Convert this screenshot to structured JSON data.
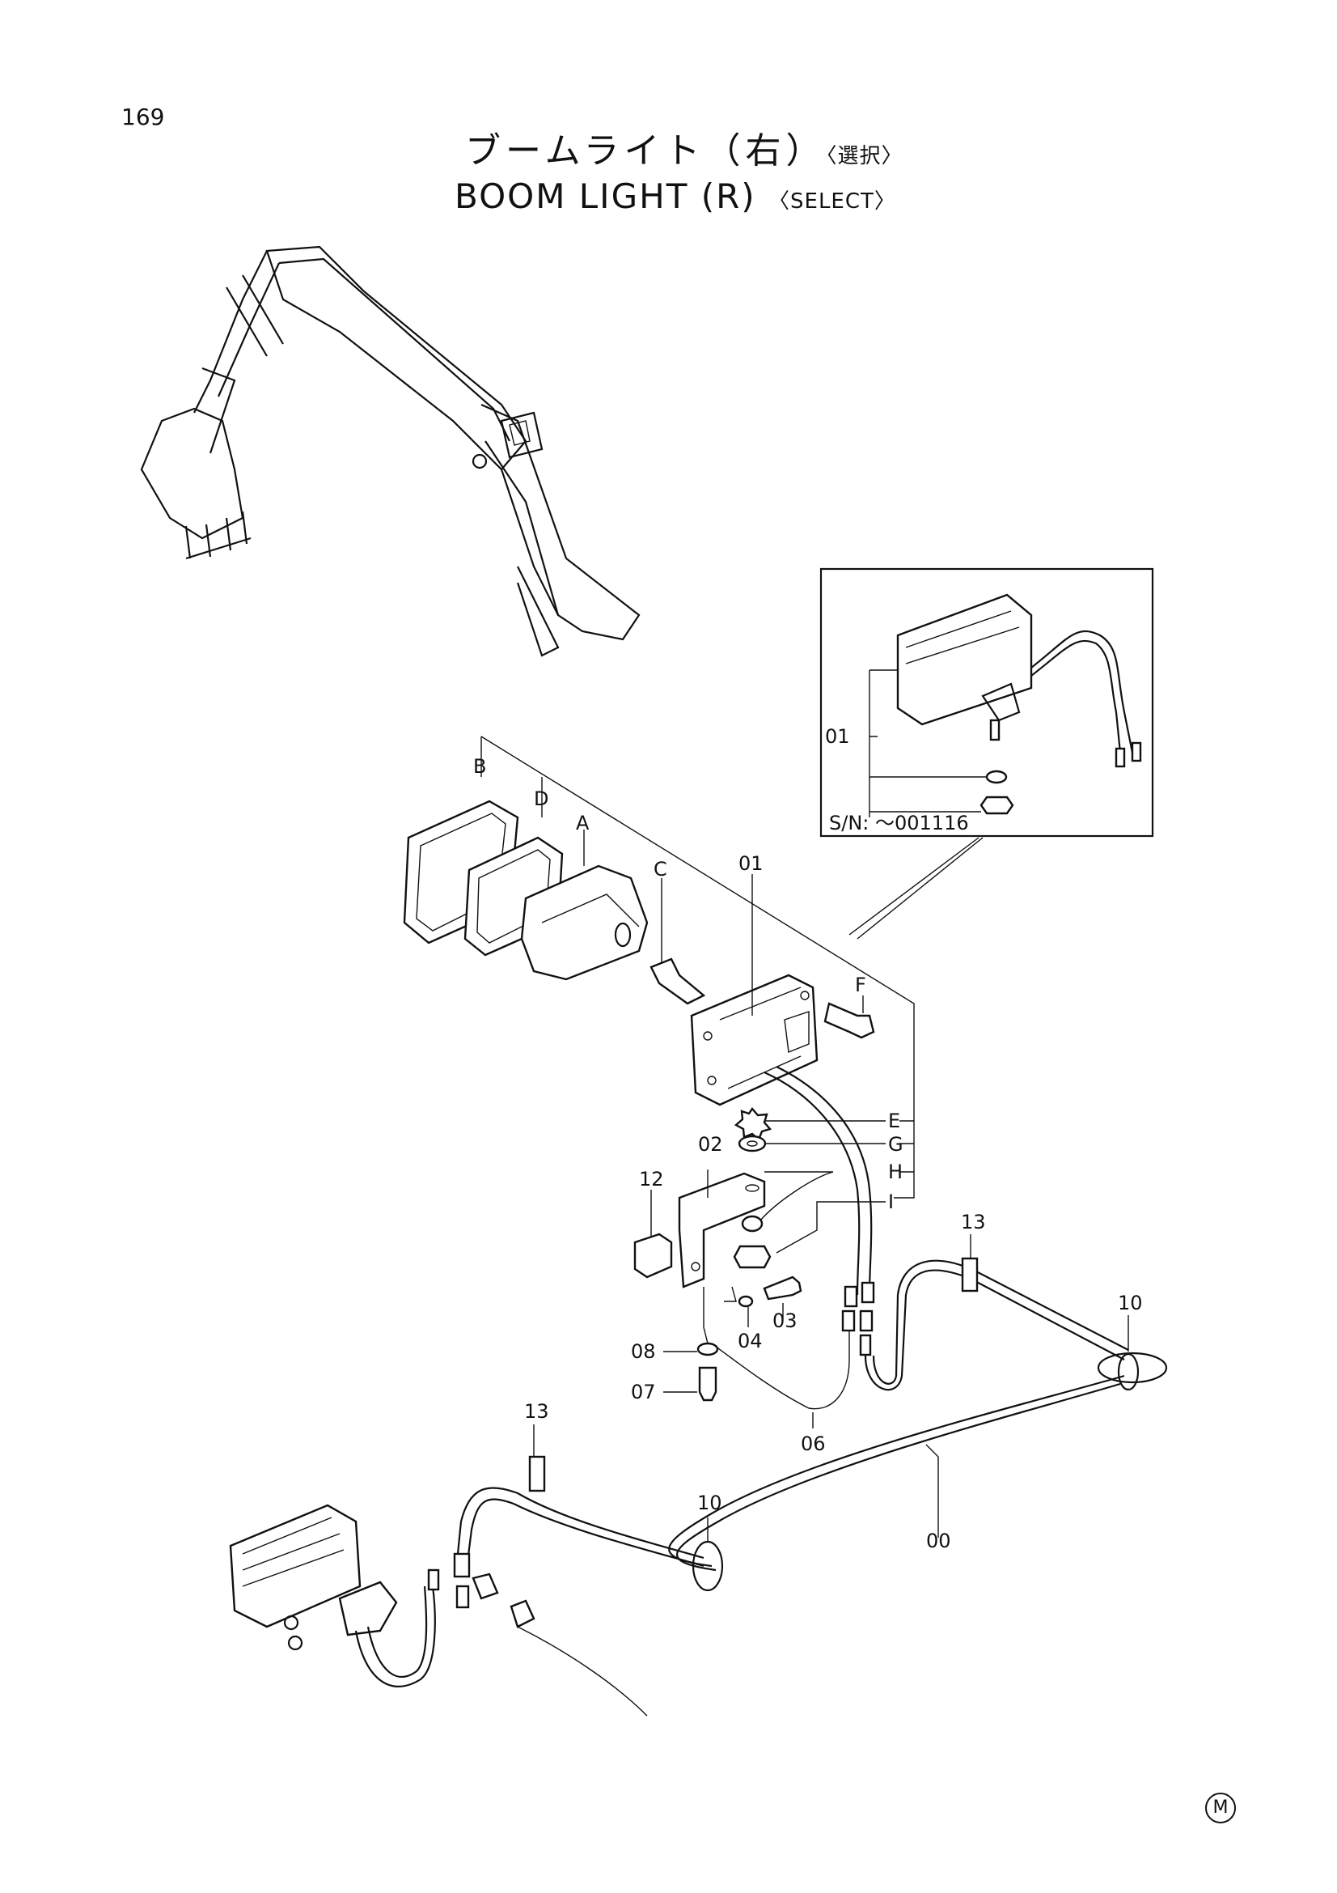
{
  "page_number": "169",
  "title": {
    "jp_main": "ブームライト（右）",
    "jp_sub": "〈選択〉",
    "en_main": "BOOM LIGHT (R)",
    "en_sub": "〈SELECT〉"
  },
  "inset": {
    "callout": "01",
    "serial_note": "S/N: ～001116"
  },
  "labels": {
    "B": "B",
    "D": "D",
    "A": "A",
    "C": "C",
    "F": "F",
    "E": "E",
    "G": "G",
    "H": "H",
    "I": "I",
    "p01": "01",
    "p02": "02",
    "p03": "03",
    "p04": "04",
    "p06": "06",
    "p07": "07",
    "p08": "08",
    "p10a": "10",
    "p10b": "10",
    "p12": "12",
    "p13a": "13",
    "p13b": "13",
    "p00": "00"
  },
  "corner_mark": "M"
}
